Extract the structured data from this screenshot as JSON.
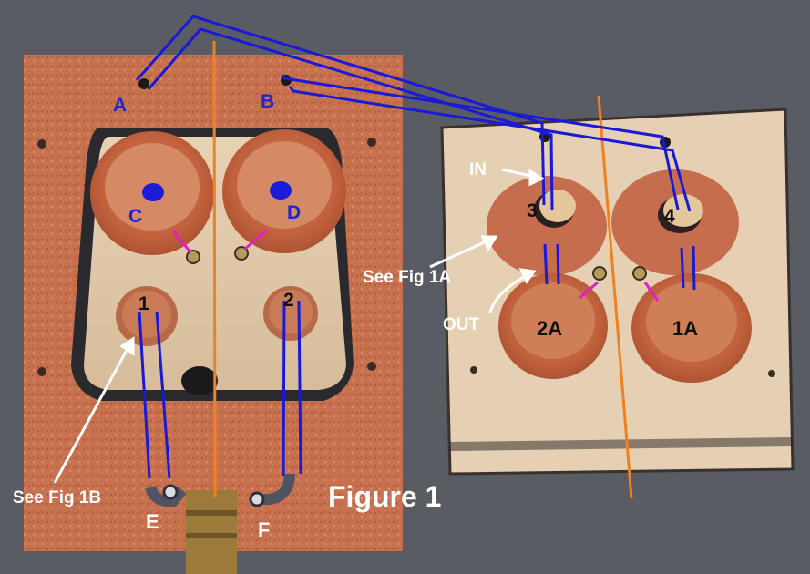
{
  "figure": {
    "title": "Figure 1",
    "ports": {
      "a": "A",
      "b": "B",
      "c": "C",
      "d": "D",
      "e": "E",
      "f": "F"
    },
    "cups": {
      "c1": "1",
      "c2": "2",
      "c3": "3",
      "c4": "4",
      "c2a": "2A",
      "c1a": "1A"
    },
    "callouts": {
      "in": "IN",
      "out": "OUT",
      "see_1a": "See Fig 1A",
      "see_1b": "See Fig 1B"
    }
  },
  "colors": {
    "background": "#5a5c63",
    "cork": "#c8714e",
    "wood": "#e2ccb0",
    "cup": "#c5673f",
    "tube_blue": "#1a1ad6",
    "cut_line_orange": "#f08020",
    "valve_magenta": "#e020c8",
    "label_blue": "#1a28d0",
    "label_black": "#101010",
    "label_white": "#ffffff"
  }
}
